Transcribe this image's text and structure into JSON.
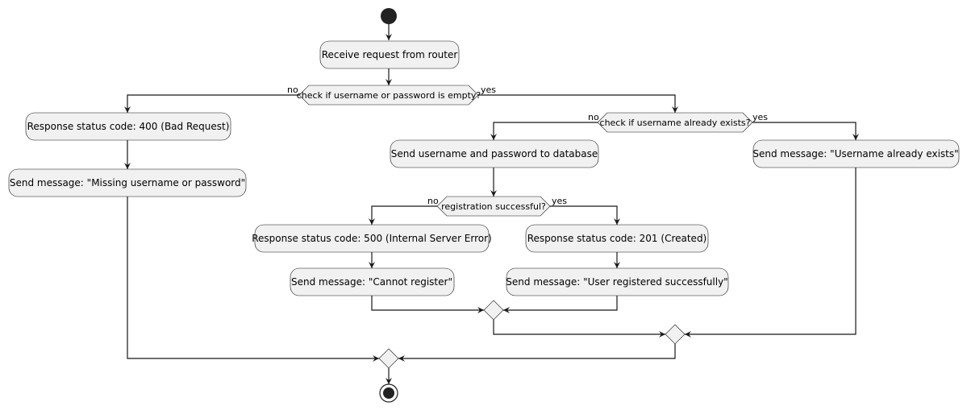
{
  "nodes": {
    "receive": "Receive request from router",
    "status_400": "Response status code: 400 (Bad Request)",
    "msg_missing": "Send message: \"Missing username or password\"",
    "send_db": "Send username and password to database",
    "msg_exists": "Send message: \"Username already exists\"",
    "status_500": "Response status code: 500 (Internal Server Error)",
    "status_201": "Response status code: 201 (Created)",
    "msg_cannot": "Send message: \"Cannot register\"",
    "msg_success": "Send message: \"User registered successfully\""
  },
  "decisions": {
    "empty_check": "check if username or password is empty?",
    "exists_check": "check if username already exists?",
    "registration_check": "registration successful?"
  },
  "branches": {
    "no": "no",
    "yes": "yes"
  }
}
